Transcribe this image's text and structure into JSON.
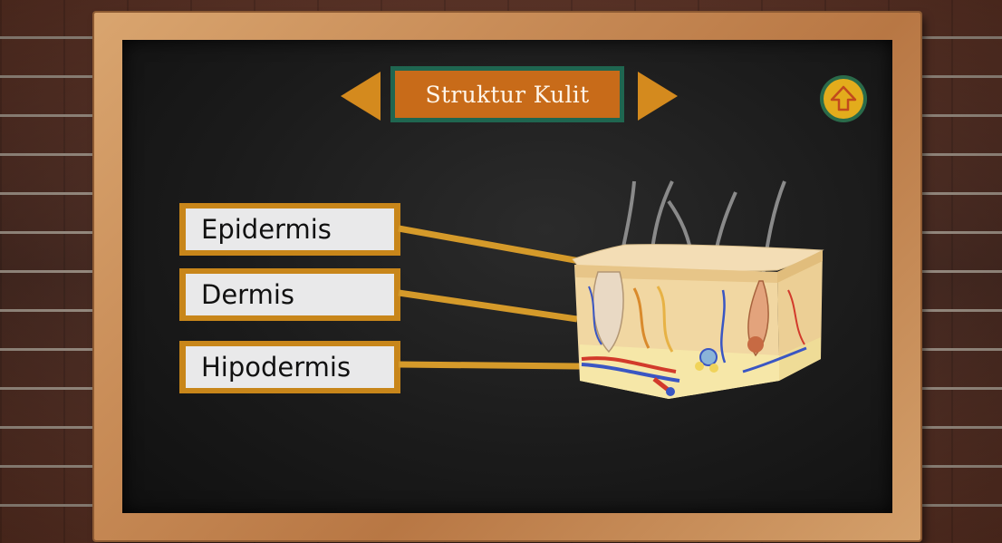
{
  "header": {
    "title": "Struktur Kulit"
  },
  "labels": [
    {
      "text": "Epidermis"
    },
    {
      "text": "Dermis"
    },
    {
      "text": "Hipodermis"
    }
  ],
  "icons": {
    "prev": "triangle-left-icon",
    "next": "triangle-right-icon",
    "home": "home-arrow-up-icon"
  },
  "colors": {
    "arrow": "#d48a1e",
    "title_bg": "#c86b19",
    "title_border": "#1f6650",
    "label_border": "#c8861a",
    "label_bg": "#e9e9ea",
    "connector": "#d59a2a",
    "home_fill": "#e3ac1c",
    "home_ring": "#2a6b4a",
    "board": "#1b1b1b"
  }
}
